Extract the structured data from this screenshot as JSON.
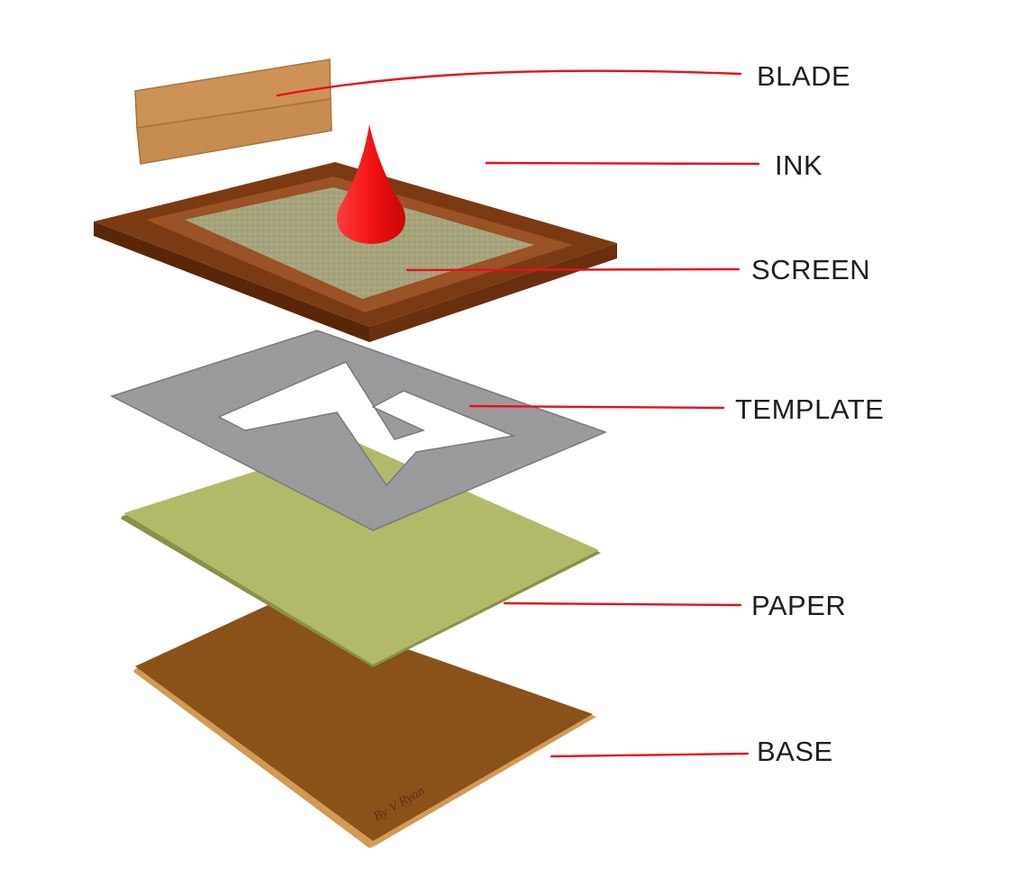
{
  "diagram": {
    "labels": {
      "blade": "BLADE",
      "ink": "INK",
      "screen": "SCREEN",
      "template": "TEMPLATE",
      "paper": "PAPER",
      "base": "BASE"
    },
    "signature": "By V Ryan"
  },
  "colors": {
    "leader_line": "#e8101a",
    "ink": "#ee1111",
    "blade_face": "#cc9256",
    "blade_lower": "#c68c50",
    "blade_edge": "#a87440",
    "frame": "#7c3a13",
    "frame_dark": "#5a2608",
    "frame_light": "#9a5226",
    "screen_mesh": "#a6a47c",
    "template": "#9b9b9e",
    "template_edge": "#7a7a7d",
    "paper": "#b2ba6a",
    "paper_edge": "#8a9148",
    "base": "#8a5218",
    "base_edge": "#d29a55",
    "label_text": "#1e1e22"
  }
}
